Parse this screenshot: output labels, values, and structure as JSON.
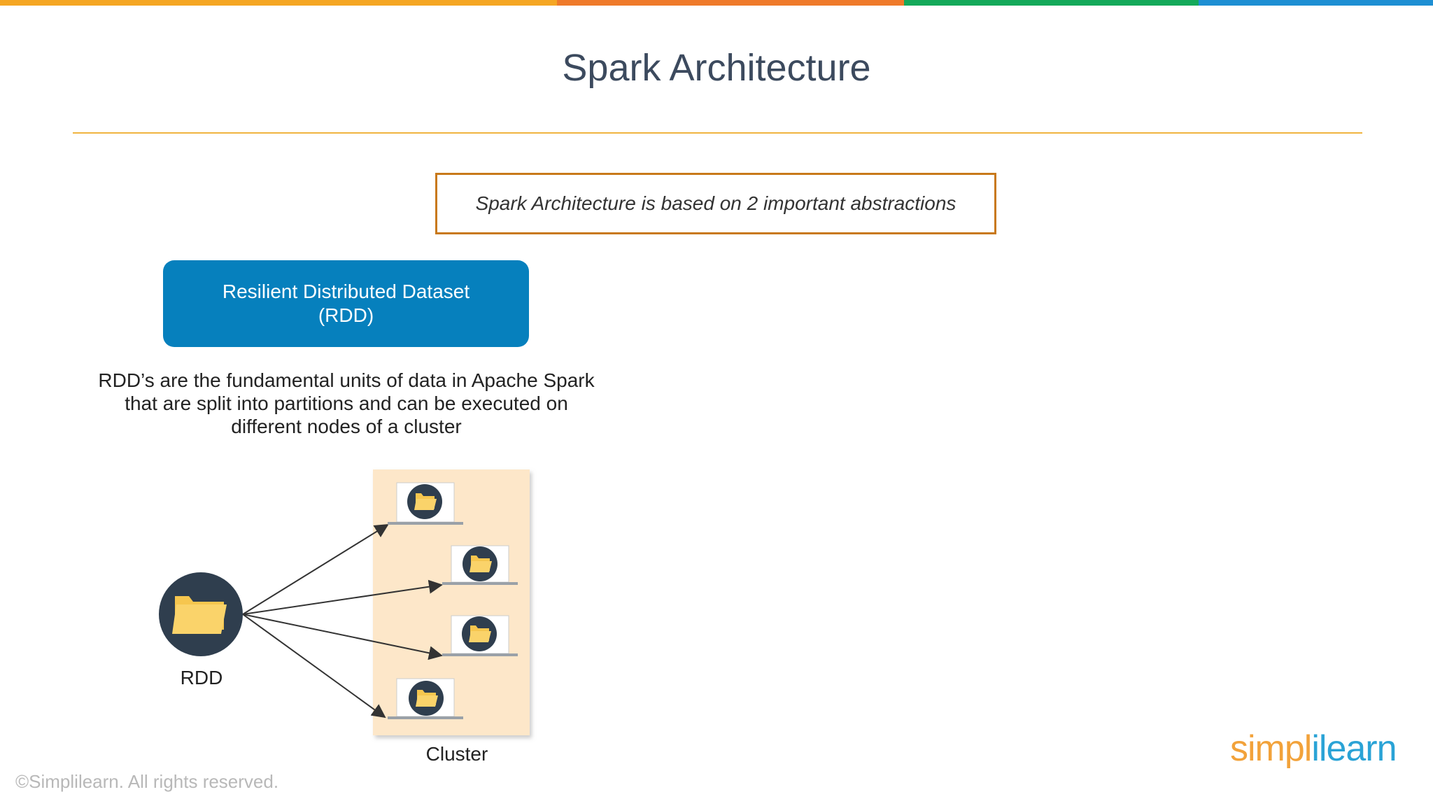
{
  "colors": {
    "topbar": [
      "#f5a623",
      "#ef7a2a",
      "#14a95a",
      "#1e8fd3"
    ],
    "accent_rule": "#f0b440",
    "box_border": "#c8791a",
    "rdd_card": "#0680bd",
    "cluster_bg": "#fde7c9",
    "node_circle": "#2f3e4e",
    "folder": "#f6c64e"
  },
  "slide": {
    "title": "Spark Architecture",
    "abstractions_text": "Spark Architecture is based on 2 important abstractions"
  },
  "rdd_card": {
    "line1": "Resilient Distributed Dataset",
    "line2": "(RDD)"
  },
  "rdd_description": "RDD’s are the fundamental units of data in Apache Spark that are split into partitions and can be executed on different nodes of a cluster",
  "diagram": {
    "source_label": "RDD",
    "target_label": "Cluster",
    "source_icon": "folder-icon",
    "node_icon": "laptop-folder-icon"
  },
  "footer": {
    "copyright": "©Simplilearn. All rights reserved.",
    "logo_part1": "simpl",
    "logo_part2": "ilearn"
  }
}
